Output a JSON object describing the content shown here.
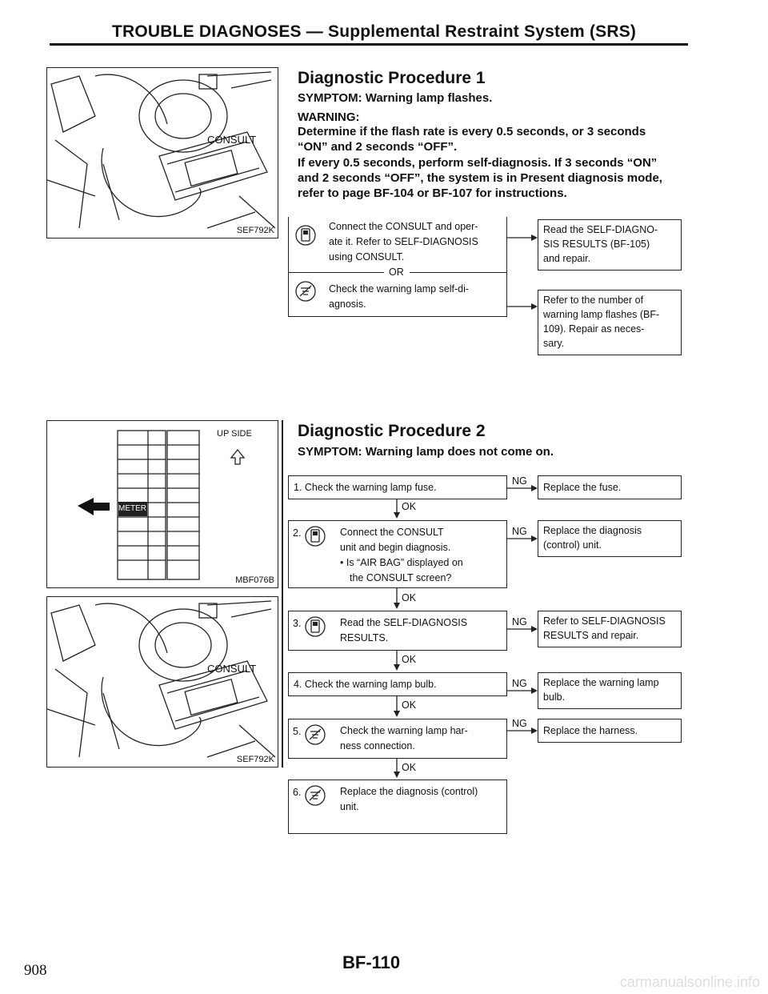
{
  "header": {
    "title": "TROUBLE DIAGNOSES — Supplemental Restraint System (SRS)"
  },
  "figures": {
    "fig1_code": "SEF792K",
    "fig1_label": "CONSULT",
    "fig2_code": "MBF076B",
    "fig2_side": "UP SIDE",
    "fig2_meter": "METER",
    "fig3_code": "SEF792K",
    "fig3_label": "CONSULT"
  },
  "proc1": {
    "title": "Diagnostic Procedure 1",
    "symptom": "SYMPTOM: Warning lamp flashes.",
    "warning_label": "WARNING:",
    "warning_lines": [
      "Determine if the flash rate is every 0.5 seconds, or 3 seconds",
      "“ON” and 2 seconds “OFF”.",
      "If every 0.5 seconds, perform self-diagnosis. If 3 seconds “ON”",
      "and 2 seconds “OFF”, the system is in Present diagnosis mode,",
      "refer to page BF-104 or BF-107 for instructions."
    ],
    "box_a": [
      "Connect the CONSULT and oper-",
      "ate it. Refer to SELF-DIAGNOSIS",
      "using CONSULT."
    ],
    "or": "OR",
    "box_b": [
      "Check the warning lamp self-di-",
      "agnosis."
    ],
    "result_a": [
      "Read the SELF-DIAGNO-",
      "SIS RESULTS (BF-105)",
      "and repair."
    ],
    "result_b": [
      "Refer to the number of",
      "warning lamp flashes (BF-",
      "109). Repair as neces-",
      "sary."
    ]
  },
  "proc2": {
    "title": "Diagnostic Procedure 2",
    "symptom": "SYMPTOM: Warning lamp does not come on.",
    "ok": "OK",
    "ng": "NG",
    "step1": "1. Check the warning lamp fuse.",
    "res1": "Replace the fuse.",
    "step2_num": "2.",
    "step2": [
      "Connect the CONSULT",
      "unit and begin diagnosis.",
      "• Is “AIR BAG” displayed on",
      "the CONSULT screen?"
    ],
    "res2": [
      "Replace the diagnosis",
      "(control) unit."
    ],
    "step3_num": "3.",
    "step3": [
      "Read the SELF-DIAGNOSIS",
      "RESULTS."
    ],
    "res3": [
      "Refer to SELF-DIAGNOSIS",
      "RESULTS and repair."
    ],
    "step4": "4. Check the warning lamp bulb.",
    "res4": [
      "Replace the warning lamp",
      "bulb."
    ],
    "step5_num": "5.",
    "step5": [
      "Check the warning lamp har-",
      "ness connection."
    ],
    "res5": "Replace the harness.",
    "step6_num": "6.",
    "step6": [
      "Replace the diagnosis (control)",
      "unit."
    ]
  },
  "footer": {
    "page_left": "908",
    "page_code": "BF-110",
    "watermark": "carmanualsonline.info"
  }
}
